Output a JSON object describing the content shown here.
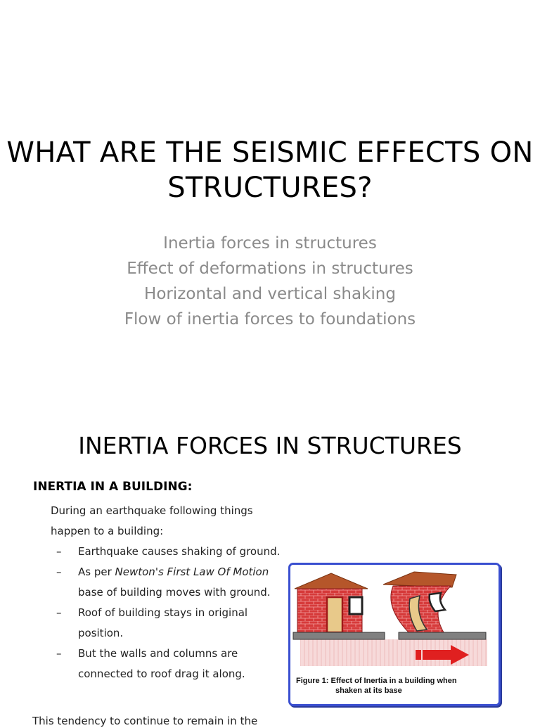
{
  "slide1": {
    "title": "WHAT ARE THE SEISMIC EFFECTS ON STRUCTURES?",
    "subtopics": [
      "Inertia forces in structures",
      "Effect of deformations in structures",
      "Horizontal and vertical shaking",
      "Flow of inertia forces to foundations"
    ]
  },
  "slide2": {
    "title": "INERTIA FORCES IN STRUCTURES",
    "heading": "INERTIA IN A BUILDING:",
    "intro": "During an earthquake following things happen to a building:",
    "bullets": [
      {
        "text": "Earthquake causes shaking of ground."
      },
      {
        "prefix": "As per ",
        "emphasis": "Newton's First Law Of Motion",
        "suffix": " base of building moves with ground."
      },
      {
        "text": "Roof of building stays in original position."
      },
      {
        "text": "But the walls and columns are connected to roof drag it along."
      }
    ],
    "dash": "–",
    "cut_paragraph": "This tendency to continue to remain in the",
    "figure": {
      "caption_line1": "Figure 1: Effect of Inertia in a building when",
      "caption_line2": "shaken at its base",
      "colors": {
        "brick": "#d63a3a",
        "roof": "#b5562a",
        "frame": "#3a4fd0",
        "arrow": "#e02020",
        "ground": "#f2c8c8"
      }
    }
  }
}
